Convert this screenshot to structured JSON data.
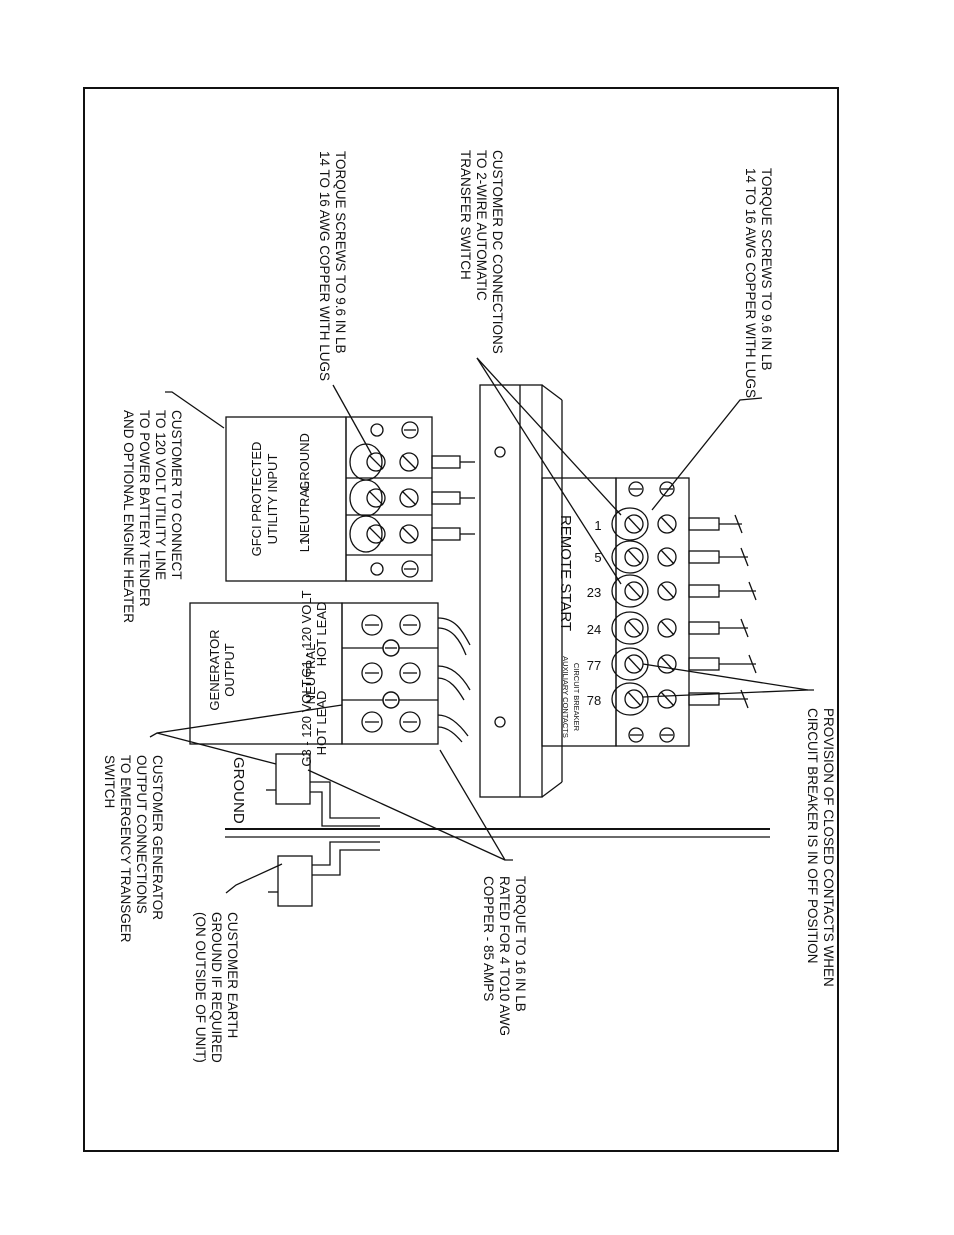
{
  "labels": {
    "torque_top": [
      "TORQUE SCREWS TO 9.6 IN LB",
      "14 TO 16 AWG COPPER  WITH LUGS"
    ],
    "dc_connections": [
      "CUSTOMER DC CONNECTIONS",
      "TO 2-WIRE AUTOMATIC",
      "TRANSFER SWITCH"
    ],
    "torque_mid": [
      "TORQUE SCREWS TO 9.6 IN LB",
      "14 TO 16 AWG COPPER WITH LUGS"
    ],
    "utility_connect": [
      "CUSTOMER TO CONNECT",
      "TO 120 VOLT UTILITY LINE",
      "TO POWER BATTERY TENDER",
      "AND OPTIONAL  ENGINE HEATER"
    ],
    "closed_contacts": [
      "PROVISION OF CLOSED CONTACTS WHEN",
      "CIRCUIT BREAKER IS IN OFF POSITION"
    ],
    "torque_lugs": [
      "TORQUE TO 16 IN LB",
      "RATED FOR 4 TO10 AWG",
      "COPPER - 85 AMPS"
    ],
    "earth_ground": [
      "CUSTOMER EARTH",
      "GROUND IF REQUIRED",
      "(ON OUTSIDE OF UNIT)"
    ],
    "gen_output_conn": [
      "CUSTOMER GENERATOR",
      "OUTPUT CONNECTIONS",
      "TO EMERGENCY TRANSGER",
      "SWITCH"
    ],
    "ground_word": "GROUND"
  },
  "utility_block": {
    "title": [
      "GFCI PROTECTED",
      "UTILITY INPUT"
    ],
    "terminals": [
      "GROUND",
      "NEUTRAL",
      "L1"
    ]
  },
  "remote_block": {
    "title": "REMOTE START",
    "aux": [
      "CIRCUIT BREAKER",
      "AUXILIARY CONTACTS"
    ],
    "terminals": [
      "1",
      "5",
      "23",
      "24",
      "77",
      "78"
    ]
  },
  "generator_block": {
    "title": [
      "GENERATOR",
      "OUTPUT"
    ],
    "terminals": [
      [
        "G1 - 120 VOLT",
        "HOT LEAD"
      ],
      [
        "NEUTRAL"
      ],
      [
        "G3 - 120 VOLT",
        "HOT LEAD"
      ]
    ]
  }
}
